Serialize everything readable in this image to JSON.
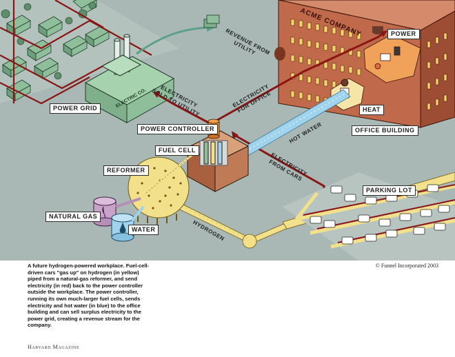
{
  "labels": {
    "power_grid": "POWER GRID",
    "power_controller": "POWER CONTROLLER",
    "fuel_cell": "FUEL CELL",
    "reformer": "REFORMER",
    "natural_gas": "NATURAL GAS",
    "water": "WATER",
    "power": "POWER",
    "heat": "HEAT",
    "office_building": "OFFICE BUILDING",
    "parking_lot": "PARKING LOT"
  },
  "signs": {
    "company": "ACME COMPANY",
    "electric_co": "ELECTRIC CO."
  },
  "flows": {
    "revenue": [
      "REVENUE FROM",
      "UTILITY"
    ],
    "sold": [
      "ELECTRICITY",
      "SOLD TO UTILITY"
    ],
    "office": [
      "ELECTRICITY",
      "FOR OFFICE"
    ],
    "hot_water": "HOT WATER",
    "cars": [
      "ELECTRICITY",
      "FROM CARS"
    ],
    "hydrogen": "HYDROGEN"
  },
  "caption": "A future hydrogen-powered workplace. Fuel-cell-driven cars \"gas up\" on hydrogen (in yellow) piped from a natural-gas reformer, and send electricity (in red) back to the power controller outside the workplace. The power controller, running its own much-larger fuel cells, sends electricity and hot water (in blue) to the office building and can sell surplus electricity to the power grid, creating a revenue stream for the company.",
  "credit": "© Funnel Incorporated 2003",
  "magazine": "Harvard Magazine",
  "colors": {
    "ground": "#a9b8b4",
    "electricity": "#8b1414",
    "hydrogen": "#f3e08a",
    "hot_water": "#9fd3ee",
    "building": "#b5654a",
    "plant": "#8fbf9a"
  }
}
